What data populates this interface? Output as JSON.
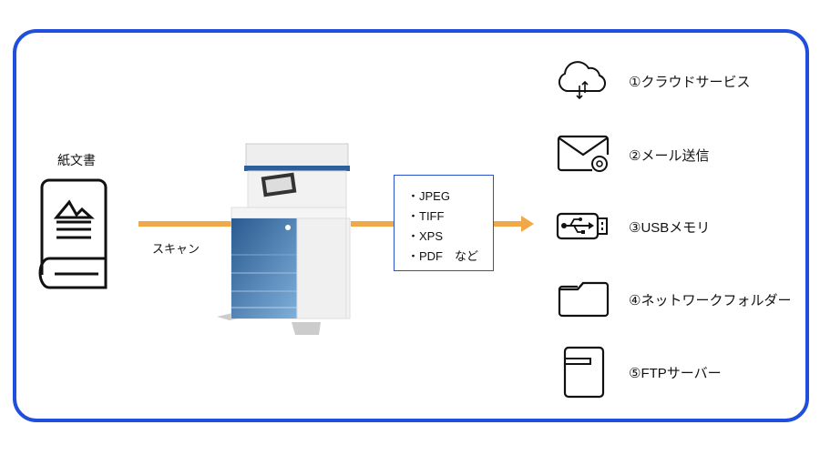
{
  "source": {
    "label": "紙文書",
    "icon": "paper-document-icon"
  },
  "scan": {
    "label": "スキャン"
  },
  "device": {
    "icon": "multifunction-printer"
  },
  "formats": [
    "・JPEG",
    "・TIFF",
    "・XPS",
    "・PDF　など"
  ],
  "destinations": [
    {
      "label": "①クラウドサービス",
      "icon": "cloud-sync-icon"
    },
    {
      "label": "②メール送信",
      "icon": "email-at-icon"
    },
    {
      "label": "③USBメモリ",
      "icon": "usb-drive-icon"
    },
    {
      "label": "④ネットワークフォルダー",
      "icon": "folder-icon"
    },
    {
      "label": "⑤FTPサーバー",
      "icon": "server-icon"
    }
  ],
  "colors": {
    "frame": "#1f4fdc",
    "arrow": "#f0a848",
    "box_border": "#2a4fd0",
    "printer_blue": "#2d5f98"
  }
}
